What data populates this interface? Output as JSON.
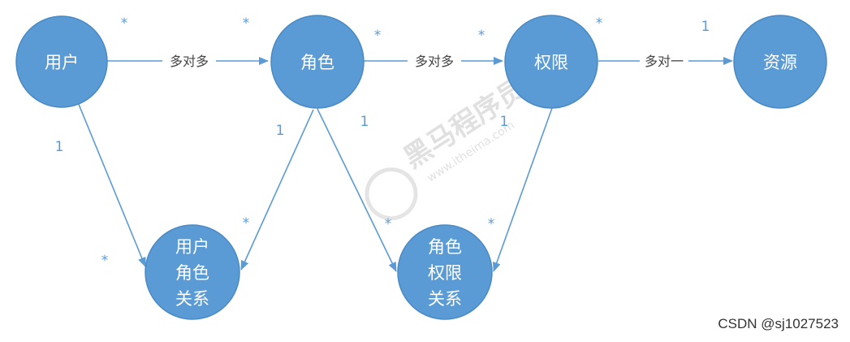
{
  "colors": {
    "node_fill": "#5b9bd5",
    "node_stroke": "#4a8ac4",
    "edge": "#5b9bd5",
    "multiplicity": "#5b9bd5",
    "node_text": "#ffffff"
  },
  "nodes": {
    "user": {
      "lines": [
        "用户"
      ]
    },
    "role": {
      "lines": [
        "角色"
      ]
    },
    "permission": {
      "lines": [
        "权限"
      ]
    },
    "resource": {
      "lines": [
        "资源"
      ]
    },
    "user_role": {
      "lines": [
        "用户",
        "角色",
        "关系"
      ]
    },
    "role_permission": {
      "lines": [
        "角色",
        "权限",
        "关系"
      ]
    }
  },
  "edges": {
    "user_role": {
      "label": "多对多",
      "from_mult": "*",
      "to_mult": "*"
    },
    "role_permission": {
      "label": "多对多",
      "from_mult": "*",
      "to_mult": "*"
    },
    "permission_resource": {
      "label": "多对一",
      "from_mult": "*",
      "to_mult": "1"
    },
    "user_to_ur": {
      "from_mult": "1",
      "to_mult": "*"
    },
    "role_to_ur": {
      "from_mult": "1",
      "to_mult": "*"
    },
    "role_to_rp": {
      "from_mult": "1",
      "to_mult": "*"
    },
    "permission_to_rp": {
      "from_mult": "1",
      "to_mult": "*"
    }
  },
  "watermark": {
    "brand": "黑马程序员",
    "url": "www.itheima.com"
  },
  "credit": "CSDN @sj1027523"
}
